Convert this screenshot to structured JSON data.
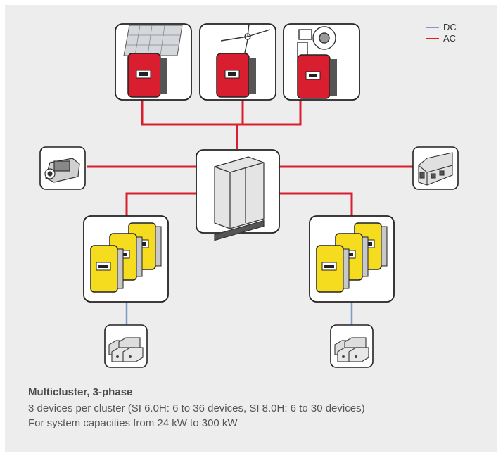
{
  "legend": {
    "dc_label": "DC",
    "ac_label": "AC",
    "dc_color": "#7f9cc8",
    "ac_color": "#d91f2f"
  },
  "nodes": {
    "pv": "solar-panel-inverter-icon",
    "wind": "wind-turbine-inverter-icon",
    "hydro": "hydro-turbine-inverter-icon",
    "generator": "generator-icon",
    "distribution": "ac-distribution-cabinet-icon",
    "load": "house-load-icon",
    "cluster_left": "battery-inverter-cluster-icon",
    "cluster_right": "battery-inverter-cluster-icon",
    "battery_left": "battery-bank-icon",
    "battery_right": "battery-bank-icon"
  },
  "caption": {
    "title": "Multicluster, 3-phase",
    "line1": "3 devices per cluster (SI 6.0H: 6 to 36 devices, SI 8.0H: 6 to 30 devices)",
    "line2": "For system capacities from 24 kW to 300 kW"
  },
  "colors": {
    "background": "#ededed",
    "inverter_red": "#d91f2f",
    "inverter_yellow": "#f5dc1e"
  }
}
